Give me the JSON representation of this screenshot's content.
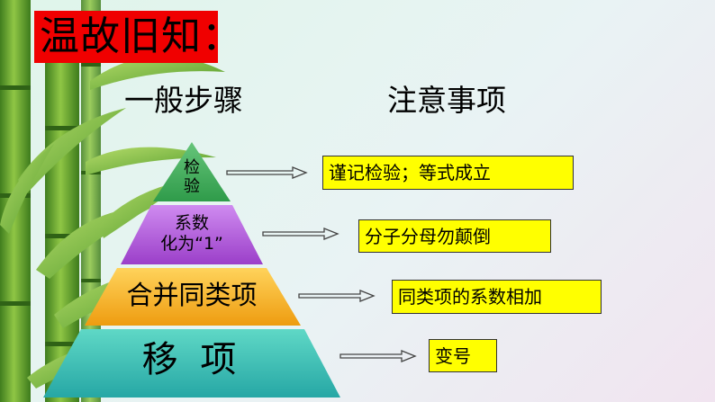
{
  "title": "温故旧知：",
  "headings": {
    "steps": "一般步骤",
    "notes": "注意事项"
  },
  "pyramid": [
    {
      "line1": "检",
      "line2": "验",
      "color": "#3aa65a"
    },
    {
      "line1": "系数",
      "line2": "化为“1”",
      "color": "#b055d8"
    },
    {
      "line1": "合并同类项",
      "color": "#f4ad1e"
    },
    {
      "line1": "移 项",
      "color": "#2fb8b0"
    }
  ],
  "notes": [
    "谨记检验；等式成立",
    "分子分母勿颠倒",
    "同类项的系数相加",
    "变号"
  ],
  "colors": {
    "title_bg": "#f00000",
    "note_bg": "#ffff00"
  }
}
